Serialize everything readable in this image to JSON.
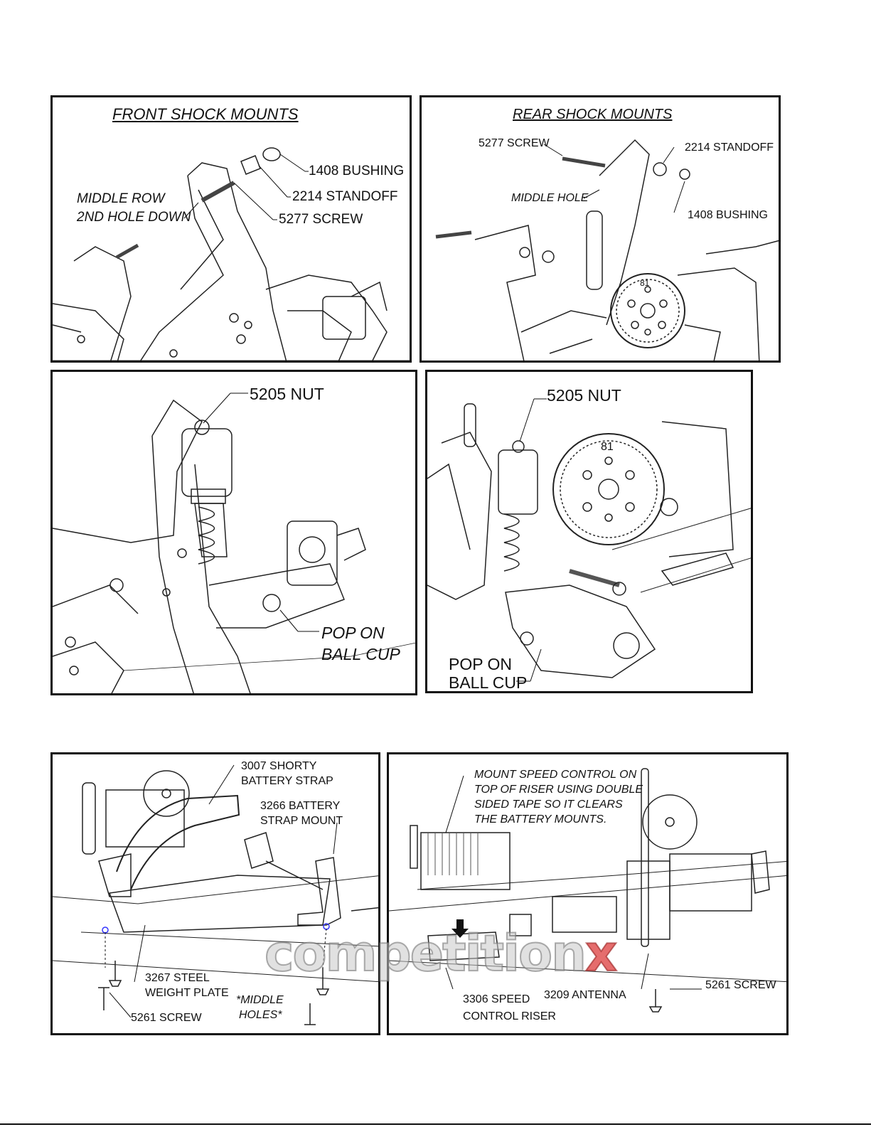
{
  "panels": {
    "front_mounts": {
      "title": "FRONT SHOCK MOUNTS",
      "labels": {
        "bushing": "1408 BUSHING",
        "standoff": "2214 STANDOFF",
        "screw": "5277 SCREW",
        "middle_row_1": "MIDDLE ROW",
        "middle_row_2": "2ND HOLE DOWN"
      }
    },
    "rear_mounts": {
      "title": "REAR SHOCK MOUNTS",
      "labels": {
        "screw": "5277 SCREW",
        "standoff": "2214 STANDOFF",
        "middle_hole": "MIDDLE HOLE",
        "bushing": "1408 BUSHING",
        "gear": "81"
      }
    },
    "front_shock": {
      "labels": {
        "nut": "5205 NUT",
        "pop_1": "POP ON",
        "pop_2": "BALL CUP"
      }
    },
    "rear_shock": {
      "labels": {
        "nut": "5205 NUT",
        "pop_1": "POP ON",
        "pop_2": "BALL CUP",
        "gear": "81"
      }
    },
    "battery": {
      "labels": {
        "strap_1": "3007 SHORTY",
        "strap_2": "BATTERY STRAP",
        "mount_1": "3266 BATTERY",
        "mount_2": "STRAP MOUNT",
        "plate_1": "3267 STEEL",
        "plate_2": "WEIGHT PLATE",
        "screw": "5261 SCREW",
        "holes_1": "*MIDDLE",
        "holes_2": "HOLES*"
      }
    },
    "speed_control": {
      "labels": {
        "note_1": "MOUNT SPEED CONTROL ON",
        "note_2": "TOP OF RISER USING DOUBLE",
        "note_3": "SIDED TAPE SO IT CLEARS",
        "note_4": "THE BATTERY MOUNTS.",
        "riser_1": "3306 SPEED",
        "riser_2": "CONTROL RISER",
        "antenna": "3209 ANTENNA",
        "screw": "5261 SCREW"
      }
    }
  },
  "watermark": {
    "text": "competition",
    "accent": "x",
    "accent_color": "#dc3c3c"
  }
}
